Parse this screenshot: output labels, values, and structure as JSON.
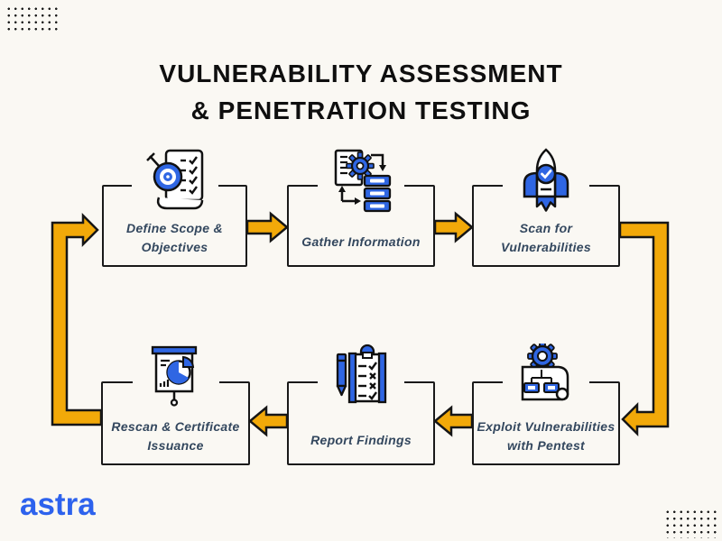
{
  "page": {
    "background_color": "#FAF8F3",
    "arrow_color": "#F2A909",
    "icon_blue": "#2F66E3",
    "label_color": "#33475E",
    "logo_color": "#2D62ED"
  },
  "title": {
    "line1": "VULNERABILITY ASSESSMENT",
    "line2": "& PENETRATION TESTING"
  },
  "steps": [
    {
      "label_line1": "Define Scope &",
      "label_line2": "Objectives",
      "icon": "target-checklist-icon"
    },
    {
      "label_line1": "Gather Information",
      "label_line2": "",
      "icon": "document-gear-server-icon"
    },
    {
      "label_line1": "Scan for",
      "label_line2": "Vulnerabilities",
      "icon": "rocket-icon"
    },
    {
      "label_line1": "Exploit Vulnerabilities",
      "label_line2": "with Pentest",
      "icon": "gear-blueprint-icon"
    },
    {
      "label_line1": "Report Findings",
      "label_line2": "",
      "icon": "clipboard-pen-icon"
    },
    {
      "label_line1": "Rescan & Certificate",
      "label_line2": "Issuance",
      "icon": "presentation-chart-icon"
    }
  ],
  "flow": {
    "type": "closed-loop",
    "order": [
      "Define Scope & Objectives",
      "Gather Information",
      "Scan for Vulnerabilities",
      "Exploit Vulnerabilities with Pentest",
      "Report Findings",
      "Rescan & Certificate Issuance"
    ]
  },
  "logo": {
    "text": "astra"
  }
}
